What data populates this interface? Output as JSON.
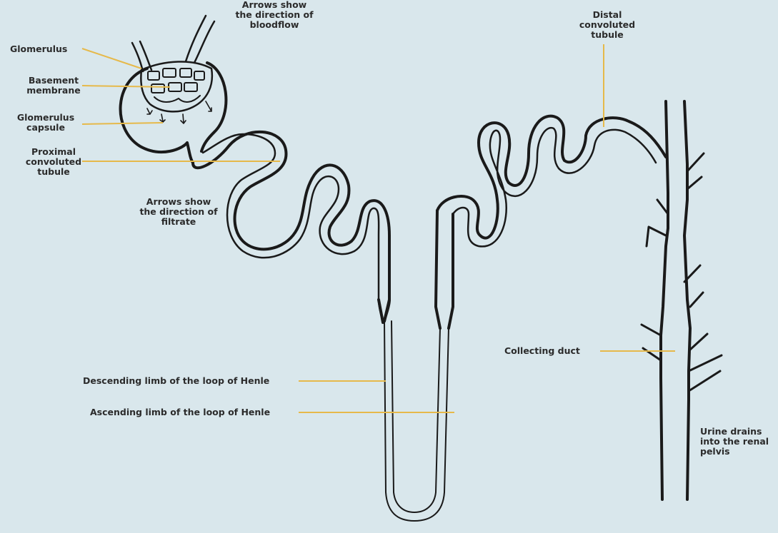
{
  "labels": {
    "glomerulus": "Glomerulus",
    "basement_membrane": "Basement\nmembrane",
    "glomerulus_capsule": "Glomerulus\ncapsule",
    "proximal_tubule": "Proximal\nconvoluted\ntubule",
    "arrows_bloodflow": "Arrows show\nthe direction of\nbloodflow",
    "arrows_filtrate": "Arrows show\nthe direction of\nfiltrate",
    "distal_tubule": "Distal\nconvoluted\ntubule",
    "descending_limb": "Descending limb of the loop of Henle",
    "ascending_limb": "Ascending limb of the loop of Henle",
    "collecting_duct": "Collecting duct",
    "urine_drains": "Urine drains\ninto the renal\npelvis"
  },
  "colors": {
    "background": "#d9e7ec",
    "leader_lines": "#e6b94a",
    "outline": "#1a1a1a",
    "text": "#2b2b2b"
  }
}
